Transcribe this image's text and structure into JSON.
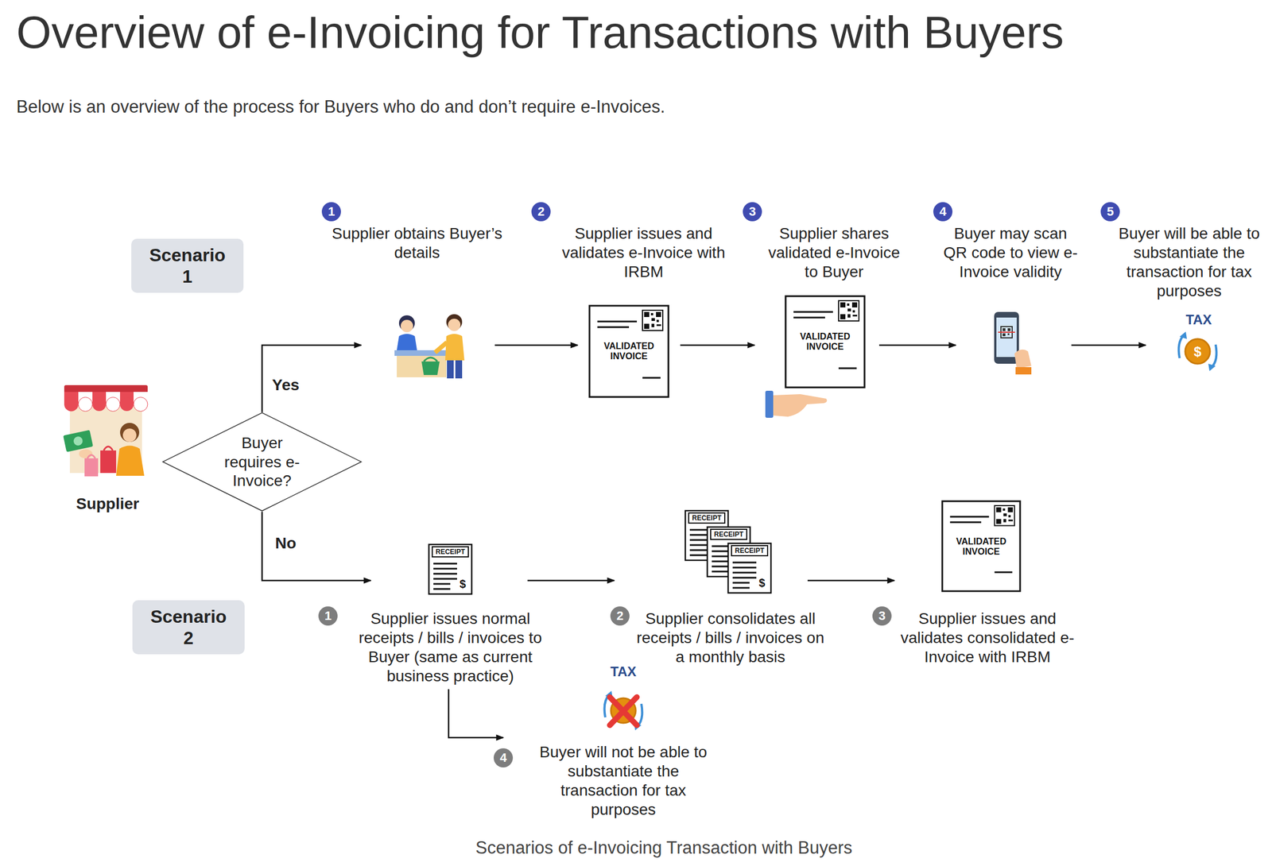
{
  "diagram": {
    "title": "Overview of e-Invoicing for Transactions with Buyers",
    "caption": "Scenarios of e-Invoicing Transaction with Buyers",
    "nodes": [
      {
        "text": [
          "Scenario 1"
        ]
      },
      {
        "text": [
          "Supplier"
        ]
      },
      {
        "text": [
          "Buyer requires e-Invoice?"
        ]
      },
      {
        "text": [
          "1",
          "Supplier obtains Buyer’s details"
        ]
      },
      {
        "text": [
          "2",
          "Supplier issues and validates e-Invoice with IRBM"
        ]
      },
      {
        "text": [
          "3",
          "Supplier shares validated e-Invoice to Buyer"
        ]
      },
      {
        "text": [
          "4",
          "Buyer may scan QR code to view e-Invoice validity"
        ]
      },
      {
        "text": [
          "5",
          "Buyer will be able to substantiate the transaction for tax purposes"
        ]
      },
      {
        "text": [
          "Scenario 2"
        ]
      },
      {
        "text": [
          "1",
          "Supplier issues normal receipts / bills / invoices to Buyer (same as current business practice)"
        ]
      },
      {
        "text": [
          "2",
          "Supplier consolidates all receipts / bills / invoices on a monthly basis"
        ]
      },
      {
        "text": [
          "3",
          "Supplier issues and validates consolidated e-Invoice with IRBM"
        ]
      },
      {
        "text": [
          "4",
          "Buyer will not be able to substantiate the transaction for tax purposes"
        ]
      }
    ],
    "edges": [
      {
        "from": 2,
        "to": 3,
        "arrow": "to",
        "label": "Yes"
      },
      {
        "from": 2,
        "to": 9,
        "arrow": "to",
        "label": "No"
      },
      {
        "from": 3,
        "to": 4,
        "arrow": "to"
      },
      {
        "from": 4,
        "to": 5,
        "arrow": "to"
      },
      {
        "from": 5,
        "to": 6,
        "arrow": "to"
      },
      {
        "from": 6,
        "to": 7,
        "arrow": "to"
      },
      {
        "from": 9,
        "to": 10,
        "arrow": "to"
      },
      {
        "from": 10,
        "to": 11,
        "arrow": "to"
      },
      {
        "from": 9,
        "to": 12,
        "arrow": "to"
      }
    ],
    "labels": [
      "Below is an overview of the process for Buyers who do and don’t require e-Invoices.",
      "VALIDATED INVOICE",
      "VALIDATED INVOICE",
      "TAX",
      "$",
      "RECEIPT",
      "$",
      "RECEIPT",
      "RECEIPT",
      "RECEIPT",
      "$",
      "VALIDATED INVOICE",
      "TAX"
    ]
  }
}
